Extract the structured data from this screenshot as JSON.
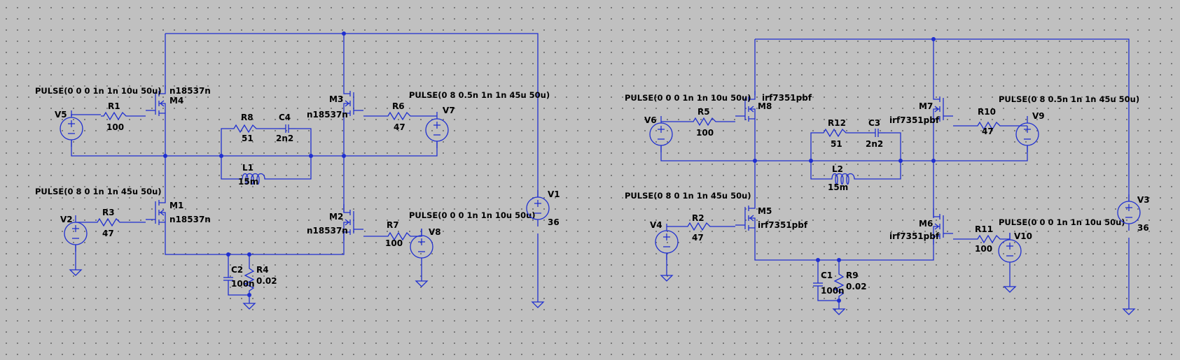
{
  "left": {
    "m4": {
      "name": "M4",
      "model": "n18537n"
    },
    "m1": {
      "name": "M1",
      "model": "n18537n"
    },
    "m3": {
      "name": "M3",
      "model": "n18537n"
    },
    "m2": {
      "name": "M2",
      "model": "n18537n"
    },
    "r1": {
      "name": "R1",
      "value": "100"
    },
    "r3": {
      "name": "R3",
      "value": "47"
    },
    "r6": {
      "name": "R6",
      "value": "47"
    },
    "r7": {
      "name": "R7",
      "value": "100"
    },
    "r8": {
      "name": "R8",
      "value": "51"
    },
    "c4": {
      "name": "C4",
      "value": "2n2"
    },
    "l1": {
      "name": "L1",
      "value": "15m"
    },
    "c2": {
      "name": "C2",
      "value": "100n"
    },
    "r4": {
      "name": "R4",
      "value": "0.02"
    },
    "v5": {
      "name": "V5",
      "spec": "PULSE(0 0 0 1n 1n 10u 50u)"
    },
    "v2": {
      "name": "V2",
      "spec": "PULSE(0 8 0 1n 1n 45u 50u)"
    },
    "v7": {
      "name": "V7",
      "spec": "PULSE(0 8 0.5n 1n 1n 45u 50u)"
    },
    "v8": {
      "name": "V8",
      "spec": "PULSE(0 0 0 1n 1n 10u 50u)"
    },
    "v1": {
      "name": "V1",
      "value": "36"
    }
  },
  "right": {
    "m8": {
      "name": "M8",
      "model": "irf7351pbf"
    },
    "m5": {
      "name": "M5",
      "model": "irf7351pbf"
    },
    "m7": {
      "name": "M7",
      "model": "irf7351pbf"
    },
    "m6": {
      "name": "M6",
      "model": "irf7351pbf"
    },
    "r5": {
      "name": "R5",
      "value": "100"
    },
    "r2": {
      "name": "R2",
      "value": "47"
    },
    "r10": {
      "name": "R10",
      "value": "47"
    },
    "r11": {
      "name": "R11",
      "value": "100"
    },
    "r12": {
      "name": "R12",
      "value": "51"
    },
    "c3": {
      "name": "C3",
      "value": "2n2"
    },
    "l2": {
      "name": "L2",
      "value": "15m"
    },
    "c1": {
      "name": "C1",
      "value": "100n"
    },
    "r9": {
      "name": "R9",
      "value": "0.02"
    },
    "v6": {
      "name": "V6",
      "spec": "PULSE(0 0 0 1n 1n 10u 50u)"
    },
    "v4": {
      "name": "V4",
      "spec": "PULSE(0 8 0 1n 1n 45u 50u)"
    },
    "v9": {
      "name": "V9",
      "spec": "PULSE(0 8 0.5n 1n 1n 45u 50u)"
    },
    "v10": {
      "name": "V10",
      "spec": "PULSE(0 0 0 1n 1n 10u 50u)"
    },
    "v3": {
      "name": "V3",
      "value": "36"
    }
  }
}
